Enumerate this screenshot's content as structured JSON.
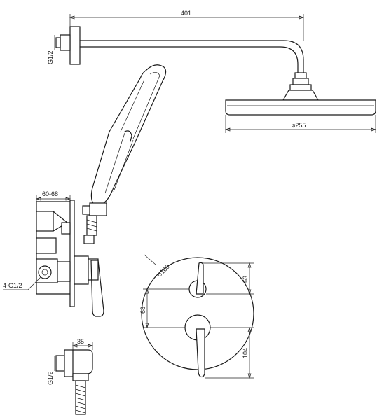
{
  "labels": {
    "arm_length": "401",
    "arm_thread": "G1/2",
    "head_diameter": "⌀255",
    "mixer_depth": "60-68",
    "mixer_outlets": "4-G1/2",
    "plate_diameter": "⌀160",
    "handle_upper_height": "63",
    "handle_spacing": "68",
    "handle_lower_height": "104",
    "elbow_width": "35",
    "elbow_thread": "G1/2"
  },
  "colors": {
    "line": "#1a1a1a",
    "background": "#ffffff"
  }
}
